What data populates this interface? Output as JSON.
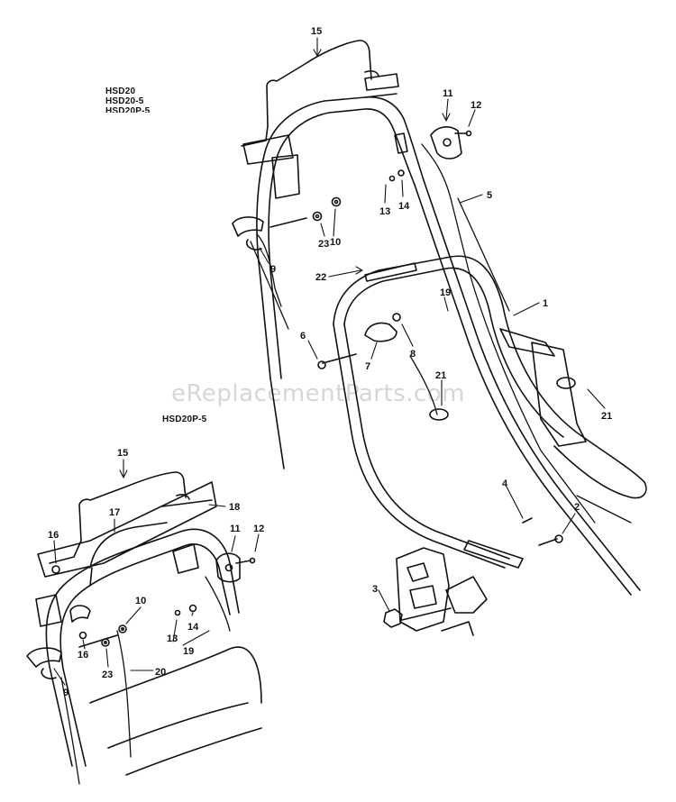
{
  "models_top": [
    "HSD20",
    "HSD20-5",
    "HSD20P-5"
  ],
  "model_bottom": "HSD20P-5",
  "watermark": "eReplacementParts.com",
  "callouts_top": [
    "15",
    "11",
    "12",
    "5",
    "13",
    "14",
    "23",
    "10",
    "9",
    "22",
    "19",
    "1",
    "6",
    "7",
    "8",
    "21",
    "21",
    "4",
    "2",
    "3"
  ],
  "callouts_bottom": [
    "15",
    "18",
    "17",
    "16",
    "11",
    "12",
    "10",
    "13",
    "14",
    "16",
    "19",
    "23",
    "20",
    "9"
  ]
}
